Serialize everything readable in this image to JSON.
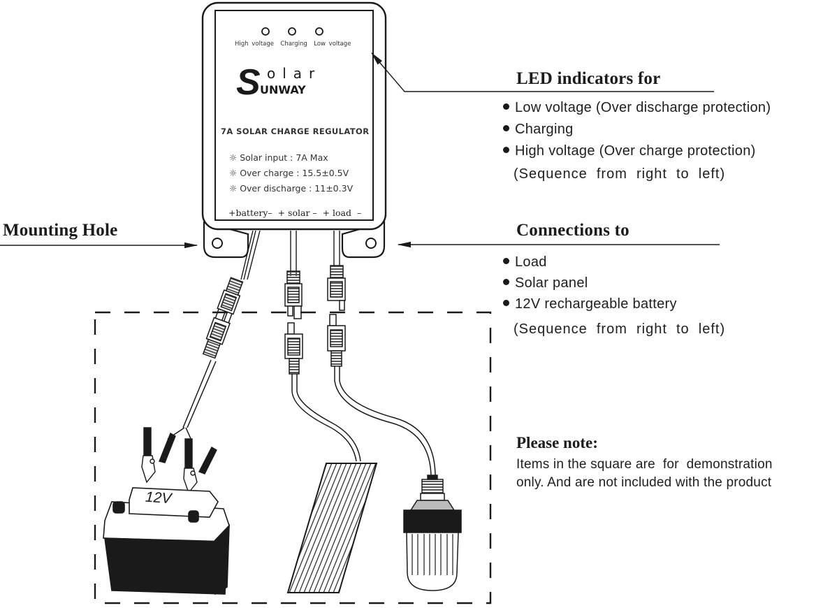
{
  "device": {
    "led_labels": [
      "High voltage",
      "Charging",
      "Low voltage"
    ],
    "brand": {
      "initial": "S",
      "top": "olar",
      "bottom": "unway"
    },
    "model_title": "7A SOLAR CHARGE REGULATOR",
    "specs": [
      "Solar input : 7A  Max",
      "Over charge : 15.5±0.5V",
      "Over discharge : 11±0.3V"
    ],
    "spec_icon": "sun-icon",
    "ports_label": "+battery–  + solar –  + load  –"
  },
  "callouts": {
    "led": {
      "heading": "LED indicators for",
      "items": [
        "Low voltage (Over discharge protection)",
        "Charging",
        "High voltage (Over charge protection)"
      ],
      "sequence": "(Sequence  from  right  to  left)"
    },
    "mounting": {
      "heading": "Mounting Hole"
    },
    "connections": {
      "heading": "Connections to",
      "items": [
        "Load",
        "Solar panel",
        "12V rechargeable battery"
      ],
      "sequence": "(Sequence  from  right  to  left)"
    },
    "note": {
      "heading": "Please note:",
      "line1": "Items in the square are  for  demonstration",
      "line2": "only. And are not included with the product"
    }
  },
  "battery": {
    "label": "12V"
  }
}
